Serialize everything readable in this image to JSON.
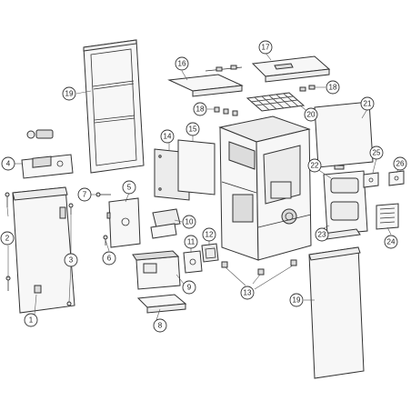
{
  "callouts": [
    {
      "id": "c1",
      "label": "1"
    },
    {
      "id": "c2",
      "label": "2"
    },
    {
      "id": "c3",
      "label": "3"
    },
    {
      "id": "c4",
      "label": "4"
    },
    {
      "id": "c5",
      "label": "5"
    },
    {
      "id": "c6",
      "label": "6"
    },
    {
      "id": "c7",
      "label": "7"
    },
    {
      "id": "c8",
      "label": "8"
    },
    {
      "id": "c9",
      "label": "9"
    },
    {
      "id": "c10",
      "label": "10"
    },
    {
      "id": "c11",
      "label": "11"
    },
    {
      "id": "c12",
      "label": "12"
    },
    {
      "id": "c13",
      "label": "13"
    },
    {
      "id": "c14",
      "label": "14"
    },
    {
      "id": "c15",
      "label": "15"
    },
    {
      "id": "c16",
      "label": "16"
    },
    {
      "id": "c17",
      "label": "17"
    },
    {
      "id": "c18a",
      "label": "18"
    },
    {
      "id": "c18b",
      "label": "18"
    },
    {
      "id": "c19a",
      "label": "19"
    },
    {
      "id": "c19b",
      "label": "19"
    },
    {
      "id": "c20",
      "label": "20"
    },
    {
      "id": "c21",
      "label": "21"
    },
    {
      "id": "c22",
      "label": "22"
    },
    {
      "id": "c23",
      "label": "23"
    },
    {
      "id": "c24",
      "label": "24"
    },
    {
      "id": "c25",
      "label": "25"
    },
    {
      "id": "c26",
      "label": "26"
    }
  ]
}
